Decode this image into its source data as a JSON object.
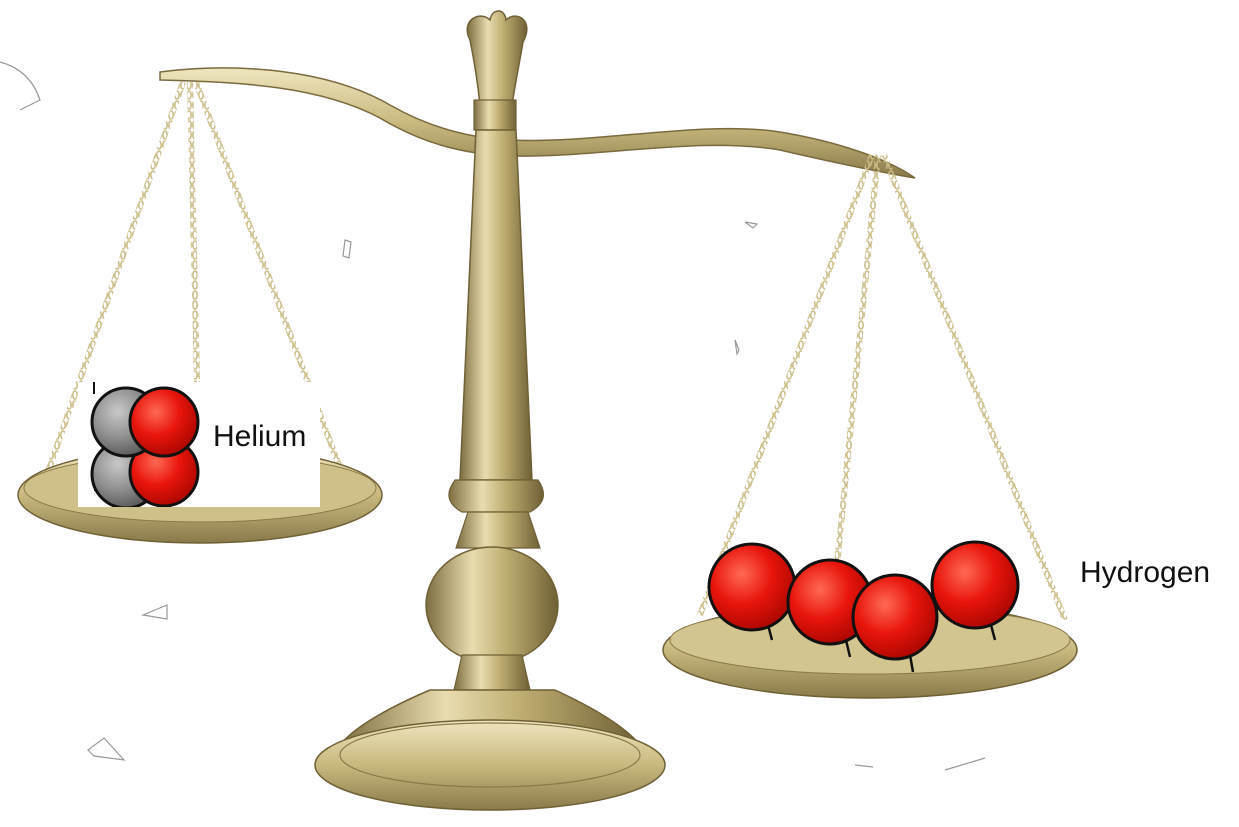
{
  "diagram": {
    "left_pan": {
      "label": "Helium",
      "atom_count": 4
    },
    "right_pan": {
      "label": "Hydrogen",
      "atom_count": 4
    },
    "colors": {
      "brass_dark": "#8a7a4a",
      "brass_mid": "#c9b97f",
      "brass_light": "#efe6bf",
      "proton_red": "#e8150c",
      "neutron_gray": "#8e8e8e",
      "outline": "#111111"
    }
  }
}
